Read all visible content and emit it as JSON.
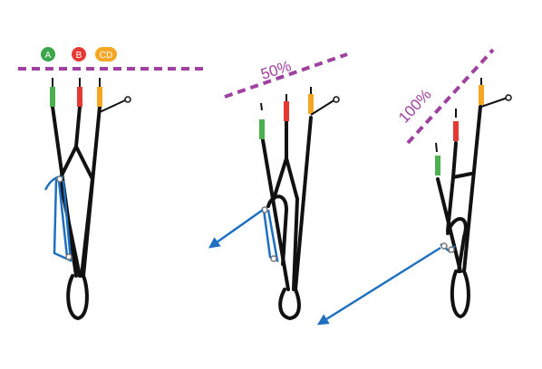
{
  "colors": {
    "background": "#ffffff",
    "riser": "#111111",
    "line_a": "#4caf50",
    "line_b": "#e53935",
    "line_cd": "#f5a623",
    "speed_system": "#1f6fc1",
    "reference_line": "#a040a0"
  },
  "badges": [
    {
      "label": "A",
      "color": "#3aa64a"
    },
    {
      "label": "B",
      "color": "#e53935"
    },
    {
      "label": "CD",
      "color": "#f5a623"
    }
  ],
  "panels": [
    {
      "id": "neutral",
      "percent_label": "",
      "arrow": false
    },
    {
      "id": "half",
      "percent_label": "50%",
      "arrow": true
    },
    {
      "id": "full",
      "percent_label": "100%",
      "arrow": true
    }
  ]
}
